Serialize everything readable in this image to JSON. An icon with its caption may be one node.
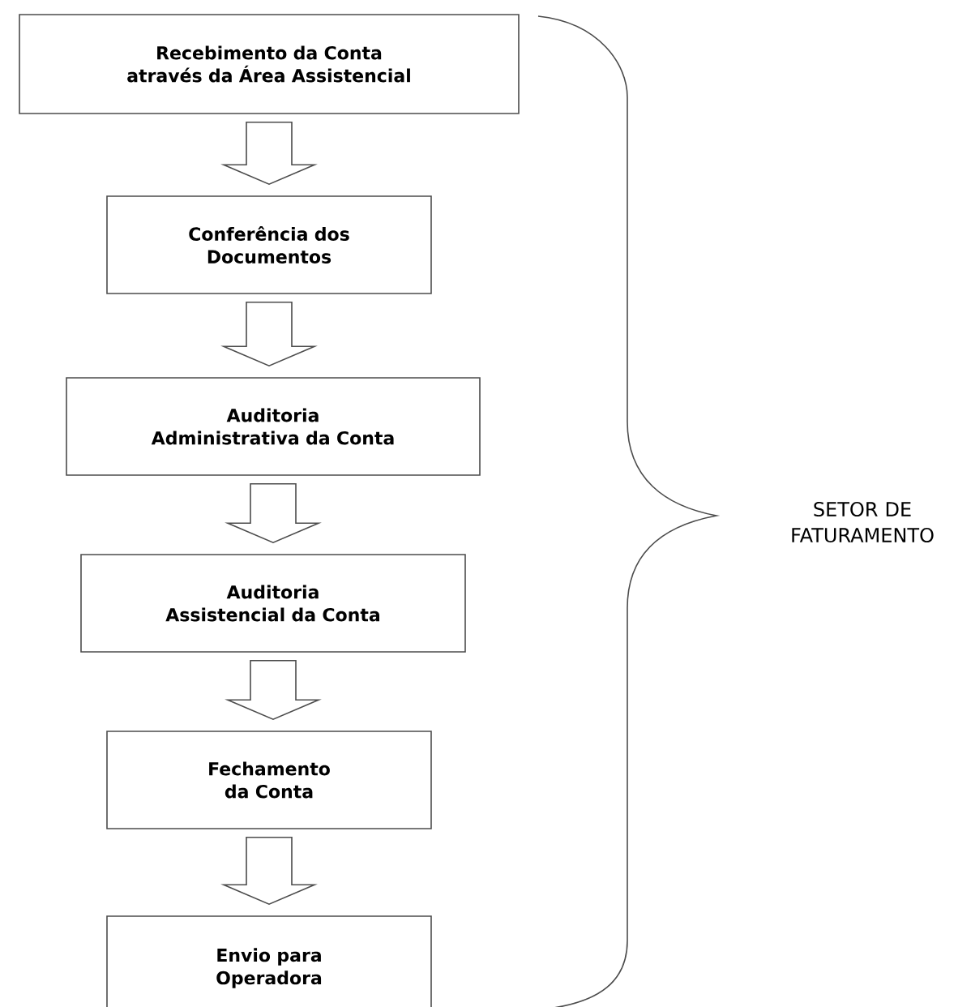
{
  "diagram": {
    "nodes": [
      {
        "text": [
          "Recebimento da Conta através da Área Assistencial"
        ]
      },
      {
        "text": [
          "Conferência dos Documentos"
        ]
      },
      {
        "text": [
          "Auditoria Administrativa da Conta"
        ]
      },
      {
        "text": [
          "Auditoria Assistencial da Conta"
        ]
      },
      {
        "text": [
          "Fechamento da Conta"
        ]
      },
      {
        "text": [
          "Envio para Operadora"
        ]
      }
    ],
    "edges": [
      {
        "from": 0,
        "to": 1,
        "arrow": "to"
      },
      {
        "from": 1,
        "to": 2,
        "arrow": "to"
      },
      {
        "from": 2,
        "to": 3,
        "arrow": "to"
      },
      {
        "from": 3,
        "to": 4,
        "arrow": "to"
      },
      {
        "from": 4,
        "to": 5,
        "arrow": "to"
      }
    ],
    "labels": [
      "SETOR DE FATURAMENTO"
    ]
  }
}
